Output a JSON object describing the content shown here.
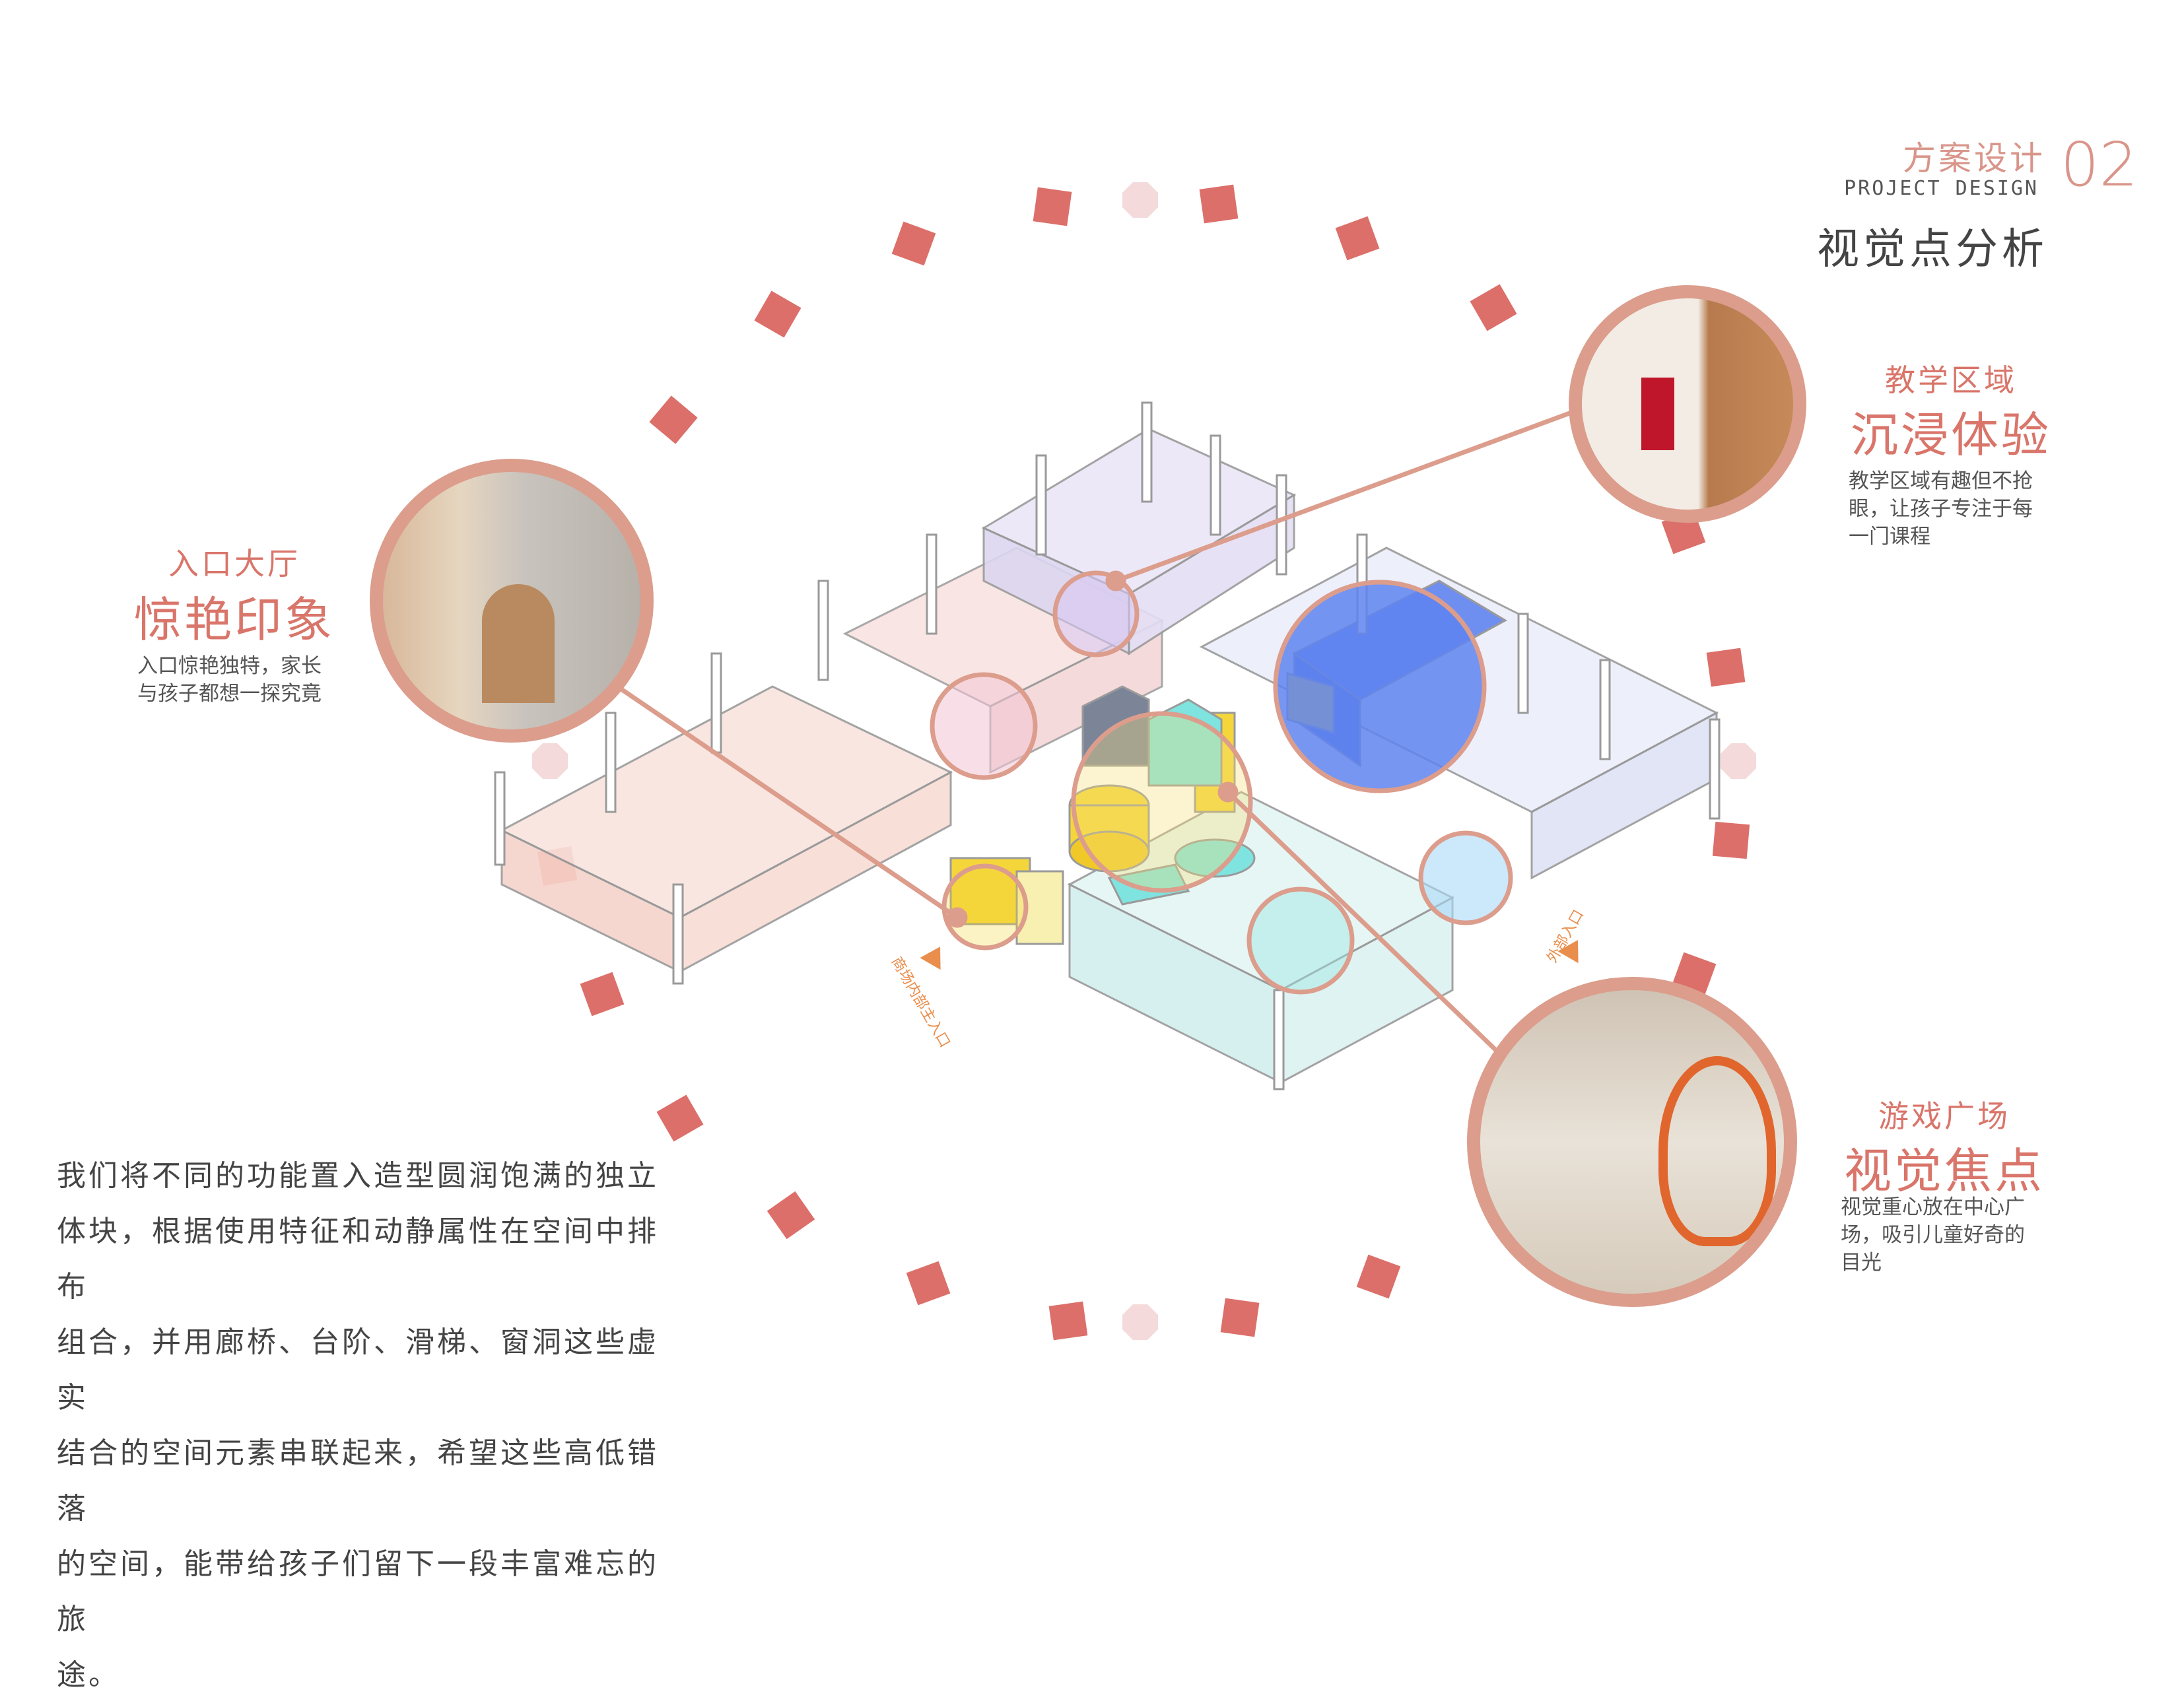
{
  "header": {
    "section_cn": "方案设计",
    "section_num": "02",
    "section_en": "PROJECT DESIGN",
    "title": "视觉点分析"
  },
  "callouts": {
    "entrance": {
      "label": "入口大厅",
      "headline": "惊艳印象",
      "desc_line1": "入口惊艳独特，家长",
      "desc_line2": "与孩子都想一探究竟"
    },
    "teaching": {
      "label": "教学区域",
      "headline": "沉浸体验",
      "desc_line1": "教学区域有趣但不抢",
      "desc_line2": "眼，让孩子专注于每",
      "desc_line3": "一门课程"
    },
    "play": {
      "label": "游戏广场",
      "headline": "视觉焦点",
      "desc_line1": "视觉重心放在中心广",
      "desc_line2": "场，吸引儿童好奇的",
      "desc_line3": "目光"
    }
  },
  "diagram": {
    "entry_mall": "商场内部主入口",
    "entry_outside": "外部入口"
  },
  "body_text": [
    "我们将不同的功能置入造型圆润饱满的独立",
    "体块，根据使用特征和动静属性在空间中排布",
    "组合，并用廊桥、台阶、滑梯、窗洞这些虚实",
    "结合的空间元素串联起来，希望这些高低错落",
    "的空间，能带给孩子们留下一段丰富难忘的旅",
    "途。"
  ],
  "colors": {
    "accent": "#dc6f6a",
    "ring": "#dc9d8c",
    "blue": "#6f8ff0",
    "yellow": "#f5d63a",
    "cyan": "#7fe3df",
    "pink_block": "#f6d6cf",
    "lavender": "#dcd6f0"
  }
}
